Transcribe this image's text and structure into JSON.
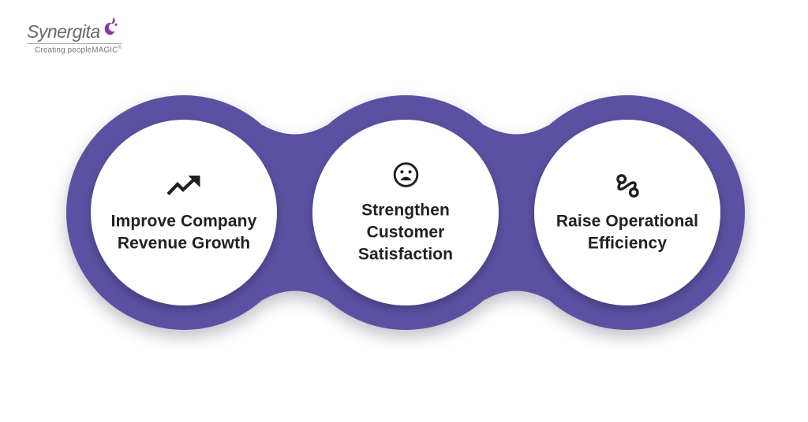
{
  "logo": {
    "brand": "Synergita",
    "tagline": "Creating peopleMAGIC",
    "tagline_mark": "®",
    "brand_color": "#6a6a6e",
    "flame_color": "#8a3a9e"
  },
  "diagram": {
    "blob_color": "#5b51a2",
    "circle_fill": "#ffffff",
    "icon_color": "#1f1f23",
    "items": [
      {
        "icon": "trending-up-icon",
        "label": "Improve Company Revenue Growth"
      },
      {
        "icon": "sad-face-icon",
        "label": "Strengthen Customer Satisfaction"
      },
      {
        "icon": "efficiency-route-icon",
        "label": "Raise Operational Efficiency"
      }
    ]
  }
}
